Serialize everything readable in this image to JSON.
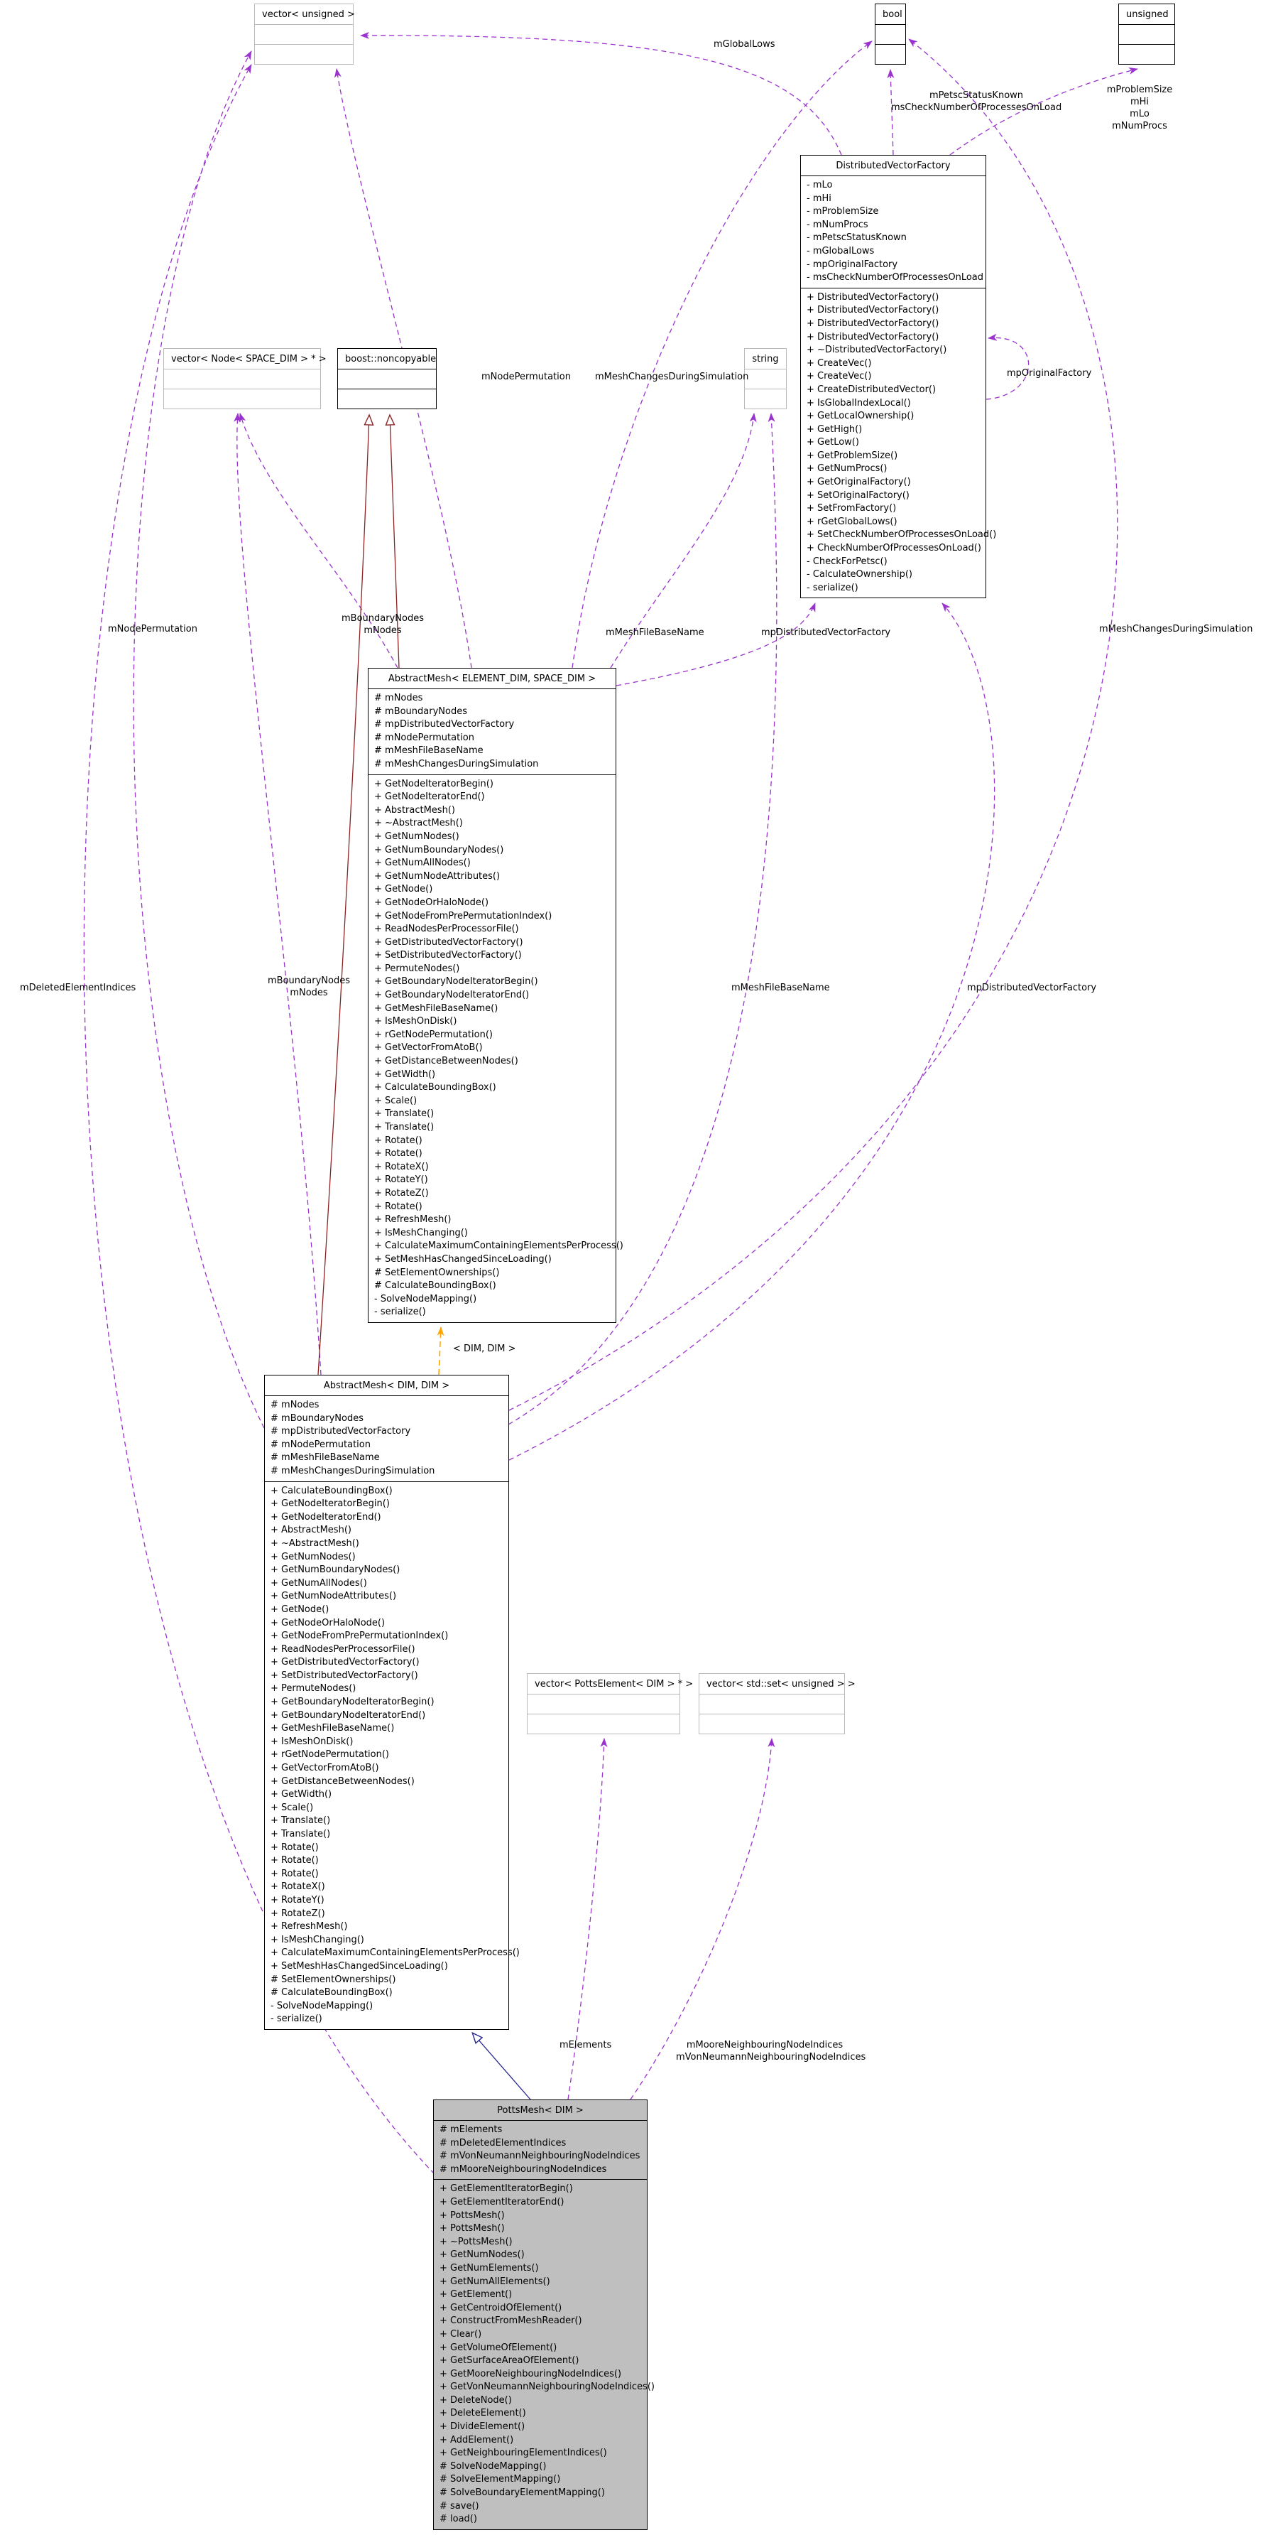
{
  "diagram": {
    "colors": {
      "usage_edge": "#9a32cd",
      "template_edge": "#ffa500",
      "private_inheritance_edge": "#8b2323",
      "public_inheritance_edge": "#24248f",
      "current_node_fill": "#bfbfbf"
    },
    "classes": {
      "vector_unsigned": {
        "title": "vector< unsigned >"
      },
      "bool_type": {
        "title": "bool"
      },
      "unsigned_type": {
        "title": "unsigned"
      },
      "dvf": {
        "title": "DistributedVectorFactory",
        "attributes": [
          "- mLo",
          "- mHi",
          "- mProblemSize",
          "- mNumProcs",
          "- mPetscStatusKnown",
          "- mGlobalLows",
          "- mpOriginalFactory",
          "- msCheckNumberOfProcessesOnLoad"
        ],
        "methods": [
          "+ DistributedVectorFactory()",
          "+ DistributedVectorFactory()",
          "+ DistributedVectorFactory()",
          "+ DistributedVectorFactory()",
          "+ ~DistributedVectorFactory()",
          "+ CreateVec()",
          "+ CreateVec()",
          "+ CreateDistributedVector()",
          "+ IsGlobalIndexLocal()",
          "+ GetLocalOwnership()",
          "+ GetHigh()",
          "+ GetLow()",
          "+ GetProblemSize()",
          "+ GetNumProcs()",
          "+ GetOriginalFactory()",
          "+ SetOriginalFactory()",
          "+ SetFromFactory()",
          "+ rGetGlobalLows()",
          "+ SetCheckNumberOfProcessesOnLoad()",
          "+ CheckNumberOfProcessesOnLoad()",
          "- CheckForPetsc()",
          "- CalculateOwnership()",
          "- serialize()"
        ]
      },
      "vector_node": {
        "title": "vector< Node< SPACE_DIM > * >"
      },
      "boost_noncopyable": {
        "title": "boost::noncopyable"
      },
      "string_type": {
        "title": "string"
      },
      "abstract_mesh_tpl": {
        "title": "AbstractMesh< ELEMENT_DIM, SPACE_DIM >",
        "attributes": [
          "# mNodes",
          "# mBoundaryNodes",
          "# mpDistributedVectorFactory",
          "# mNodePermutation",
          "# mMeshFileBaseName",
          "# mMeshChangesDuringSimulation"
        ],
        "methods": [
          "+ GetNodeIteratorBegin()",
          "+ GetNodeIteratorEnd()",
          "+ AbstractMesh()",
          "+ ~AbstractMesh()",
          "+ GetNumNodes()",
          "+ GetNumBoundaryNodes()",
          "+ GetNumAllNodes()",
          "+ GetNumNodeAttributes()",
          "+ GetNode()",
          "+ GetNodeOrHaloNode()",
          "+ GetNodeFromPrePermutationIndex()",
          "+ ReadNodesPerProcessorFile()",
          "+ GetDistributedVectorFactory()",
          "+ SetDistributedVectorFactory()",
          "+ PermuteNodes()",
          "+ GetBoundaryNodeIteratorBegin()",
          "+ GetBoundaryNodeIteratorEnd()",
          "+ GetMeshFileBaseName()",
          "+ IsMeshOnDisk()",
          "+ rGetNodePermutation()",
          "+ GetVectorFromAtoB()",
          "+ GetDistanceBetweenNodes()",
          "+ GetWidth()",
          "+ CalculateBoundingBox()",
          "+ Scale()",
          "+ Translate()",
          "+ Translate()",
          "+ Rotate()",
          "+ Rotate()",
          "+ RotateX()",
          "+ RotateY()",
          "+ RotateZ()",
          "+ Rotate()",
          "+ RefreshMesh()",
          "+ IsMeshChanging()",
          "+ CalculateMaximumContainingElementsPerProcess()",
          "+ SetMeshHasChangedSinceLoading()",
          "# SetElementOwnerships()",
          "# CalculateBoundingBox()",
          "- SolveNodeMapping()",
          "- serialize()"
        ]
      },
      "abstract_mesh_dim": {
        "title": "AbstractMesh< DIM, DIM >",
        "attributes": [
          "# mNodes",
          "# mBoundaryNodes",
          "# mpDistributedVectorFactory",
          "# mNodePermutation",
          "# mMeshFileBaseName",
          "# mMeshChangesDuringSimulation"
        ],
        "methods": [
          "+ CalculateBoundingBox()",
          "+ GetNodeIteratorBegin()",
          "+ GetNodeIteratorEnd()",
          "+ AbstractMesh()",
          "+ ~AbstractMesh()",
          "+ GetNumNodes()",
          "+ GetNumBoundaryNodes()",
          "+ GetNumAllNodes()",
          "+ GetNumNodeAttributes()",
          "+ GetNode()",
          "+ GetNodeOrHaloNode()",
          "+ GetNodeFromPrePermutationIndex()",
          "+ ReadNodesPerProcessorFile()",
          "+ GetDistributedVectorFactory()",
          "+ SetDistributedVectorFactory()",
          "+ PermuteNodes()",
          "+ GetBoundaryNodeIteratorBegin()",
          "+ GetBoundaryNodeIteratorEnd()",
          "+ GetMeshFileBaseName()",
          "+ IsMeshOnDisk()",
          "+ rGetNodePermutation()",
          "+ GetVectorFromAtoB()",
          "+ GetDistanceBetweenNodes()",
          "+ GetWidth()",
          "+ Scale()",
          "+ Translate()",
          "+ Translate()",
          "+ Rotate()",
          "+ Rotate()",
          "+ Rotate()",
          "+ RotateX()",
          "+ RotateY()",
          "+ RotateZ()",
          "+ RefreshMesh()",
          "+ IsMeshChanging()",
          "+ CalculateMaximumContainingElementsPerProcess()",
          "+ SetMeshHasChangedSinceLoading()",
          "# SetElementOwnerships()",
          "# CalculateBoundingBox()",
          "- SolveNodeMapping()",
          "- serialize()"
        ]
      },
      "vector_potts_element": {
        "title": "vector< PottsElement< DIM > * >"
      },
      "vector_std_set": {
        "title": "vector< std::set< unsigned > >"
      },
      "potts_mesh": {
        "title": "PottsMesh< DIM >",
        "attributes": [
          "# mElements",
          "# mDeletedElementIndices",
          "# mVonNeumannNeighbouringNodeIndices",
          "# mMooreNeighbouringNodeIndices"
        ],
        "methods": [
          "+ GetElementIteratorBegin()",
          "+ GetElementIteratorEnd()",
          "+ PottsMesh()",
          "+ PottsMesh()",
          "+ ~PottsMesh()",
          "+ GetNumNodes()",
          "+ GetNumElements()",
          "+ GetNumAllElements()",
          "+ GetElement()",
          "+ GetCentroidOfElement()",
          "+ ConstructFromMeshReader()",
          "+ Clear()",
          "+ GetVolumeOfElement()",
          "+ GetSurfaceAreaOfElement()",
          "+ GetMooreNeighbouringNodeIndices()",
          "+ GetVonNeumannNeighbouringNodeIndices()",
          "+ DeleteNode()",
          "+ DeleteElement()",
          "+ DivideElement()",
          "+ AddElement()",
          "+ GetNeighbouringElementIndices()",
          "# SolveNodeMapping()",
          "# SolveElementMapping()",
          "# SolveBoundaryElementMapping()",
          "# save()",
          "# load()"
        ]
      }
    },
    "edge_labels": {
      "global_lows": "mGlobalLows",
      "petsc_status": "mPetscStatusKnown\nmsCheckNumberOfProcessesOnLoad",
      "problem_size": "mProblemSize\nmHi\nmLo\nmNumProcs",
      "node_permutation_mid": "mNodePermutation",
      "mesh_changes_mid": "mMeshChangesDuringSimulation",
      "mp_original_factory": "mpOriginalFactory",
      "boundary_nodes_upper": "mBoundaryNodes\nmNodes",
      "mesh_file_base_name_upper": "mMeshFileBaseName",
      "mp_dvf_upper": "mpDistributedVectorFactory",
      "node_permutation_left": "mNodePermutation",
      "mesh_changes_right": "mMeshChangesDuringSimulation",
      "deleted_element_indices": "mDeletedElementIndices",
      "boundary_nodes_lower": "mBoundaryNodes\nmNodes",
      "mesh_file_base_name_lower": "mMeshFileBaseName",
      "mp_dvf_lower": "mpDistributedVectorFactory",
      "template_args": "< DIM, DIM >",
      "m_elements": "mElements",
      "moore_vonneumann": "mMooreNeighbouringNodeIndices\nmVonNeumannNeighbouringNodeIndices"
    }
  }
}
